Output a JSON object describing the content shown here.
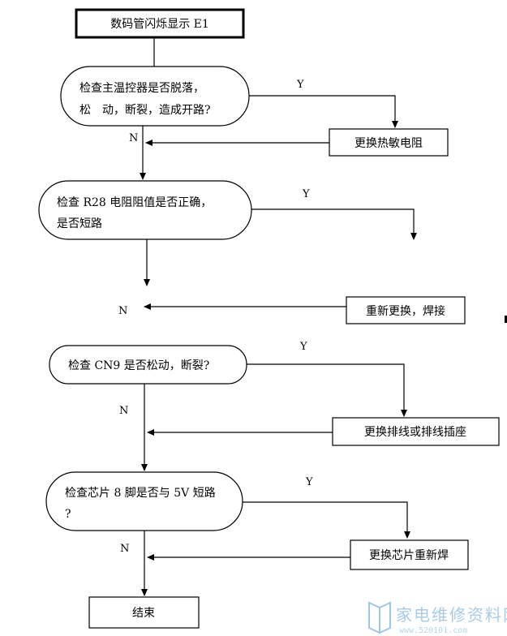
{
  "nodes": {
    "start": "数码管闪烁显示 E1",
    "q1_line1": "检查主温控器是否脱落，",
    "q1_line2": "松　动，断裂，造成开路?",
    "a1": "更换热敏电阻",
    "q2_line1": "检查 R28 电阻阻值是否正确，",
    "q2_line2": "是否短路",
    "a2": "重新更换，焊接",
    "q3": "检查 CN9 是否松动，断裂?",
    "a3": "更换排线或排线插座",
    "q4_line1": "检查芯片 8 脚是否与 5V 短路",
    "q4_line2": "?",
    "a4": "更换芯片重新焊",
    "end": "结束"
  },
  "labels": {
    "yes": "Y",
    "no": "N"
  },
  "watermark": {
    "text": "家电维修资料网",
    "sub": "www.520101.com"
  }
}
